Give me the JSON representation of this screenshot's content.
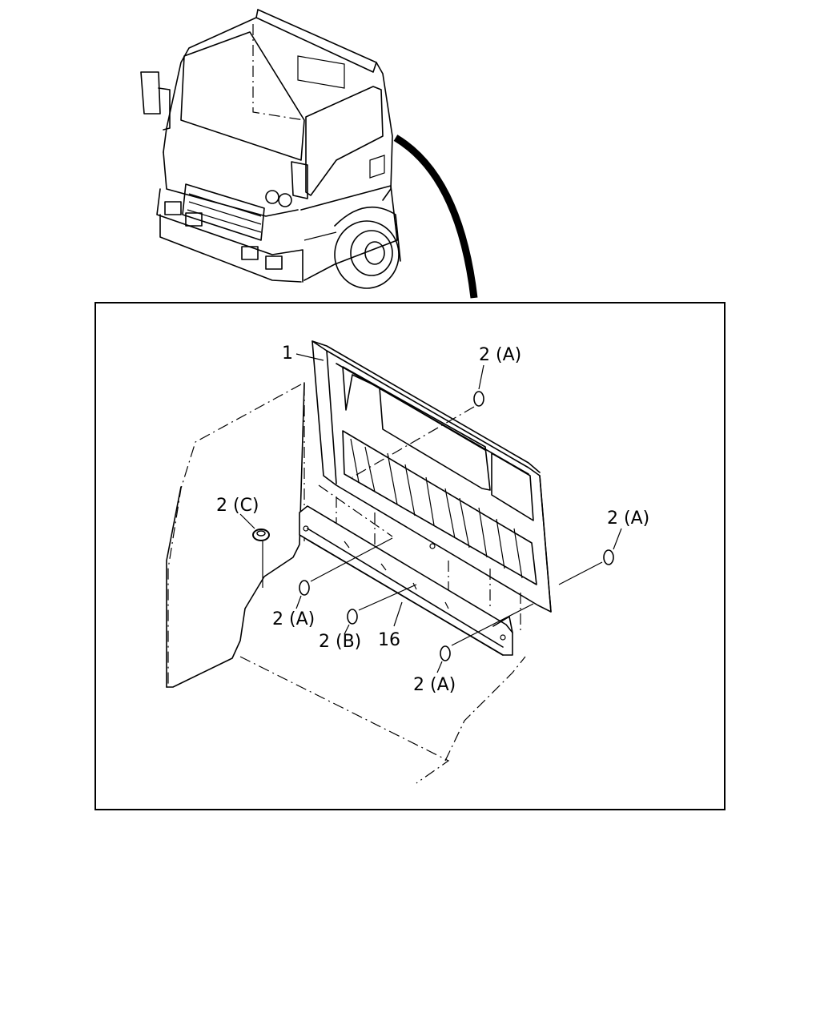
{
  "labels": {
    "part_1": "1",
    "part_16": "16",
    "grommet_top": "2 (A)",
    "grommet_right": "2 (A)",
    "grommet_left_low": "2 (A)",
    "grommet_b": "2 (B)",
    "grommet_bottom": "2 (A)",
    "grommet_c": "2 (C)"
  }
}
